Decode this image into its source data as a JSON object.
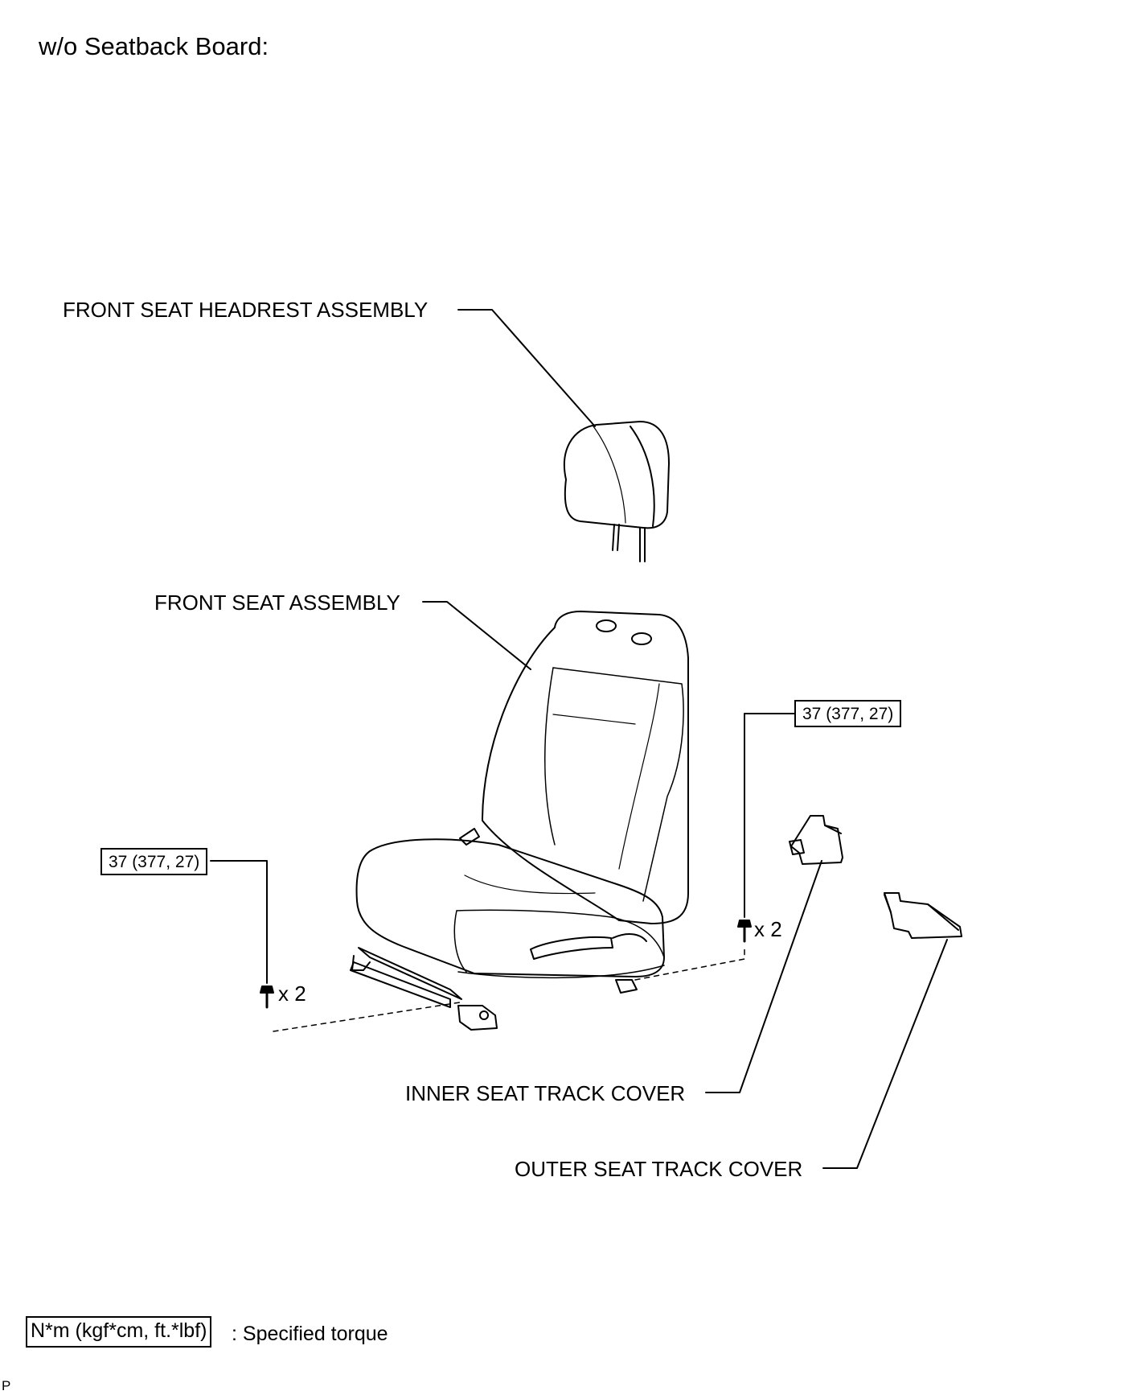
{
  "title": "w/o Seatback Board:",
  "callouts": {
    "headrest": "FRONT SEAT HEADREST ASSEMBLY",
    "seat": "FRONT SEAT ASSEMBLY",
    "inner_cover": "INNER SEAT TRACK COVER",
    "outer_cover": "OUTER SEAT TRACK COVER"
  },
  "torque": {
    "left": "37 (377, 27)",
    "right": "37 (377, 27)"
  },
  "bolt_qty": {
    "left": "x 2",
    "right": "x 2"
  },
  "legend": {
    "box_text": "N*m (kgf*cm, ft.*lbf)",
    "description": ": Specified torque"
  },
  "corner_mark": "P"
}
